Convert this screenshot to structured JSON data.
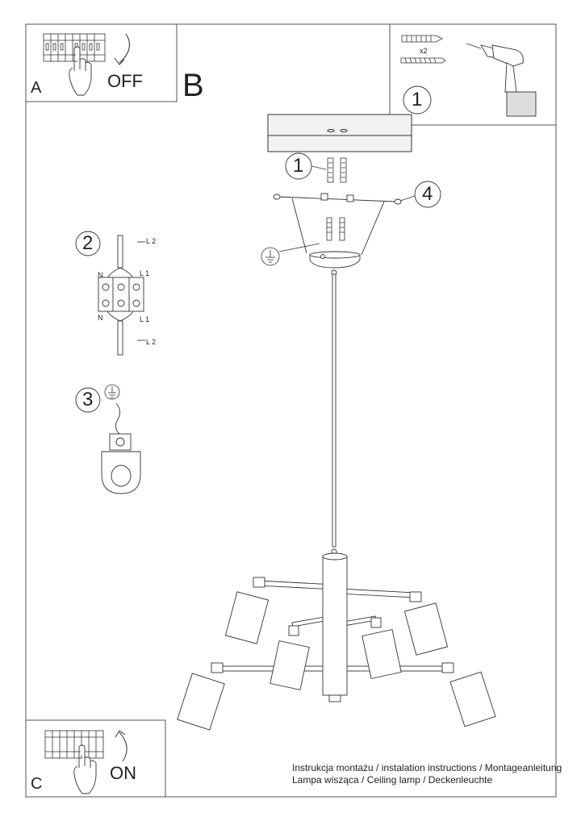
{
  "panel_a": {
    "letter": "A",
    "state_label": "OFF"
  },
  "panel_b": {
    "letter": "B"
  },
  "panel_c": {
    "letter": "C",
    "state_label": "ON"
  },
  "tools": {
    "step": "1",
    "quantity": "x2"
  },
  "steps": {
    "mount_screws": "1",
    "wiring": "2",
    "ground": "3",
    "side_screws": "4"
  },
  "wiring": {
    "top_left": "N",
    "top_right_1": "L 2",
    "top_right_2": "L 1",
    "bottom_left": "N",
    "bottom_right_1": "L 1",
    "bottom_right_2": "L 2"
  },
  "footer": {
    "line1": "Instrukcja montażu / instalation instructions / Montageanleitung",
    "line2": "Lampa wisząca / Ceiling lamp / Deckenleuchte"
  },
  "colors": {
    "line": "#333333",
    "fill": "#ffffff",
    "ceiling_fill": "#f2f2f2"
  }
}
